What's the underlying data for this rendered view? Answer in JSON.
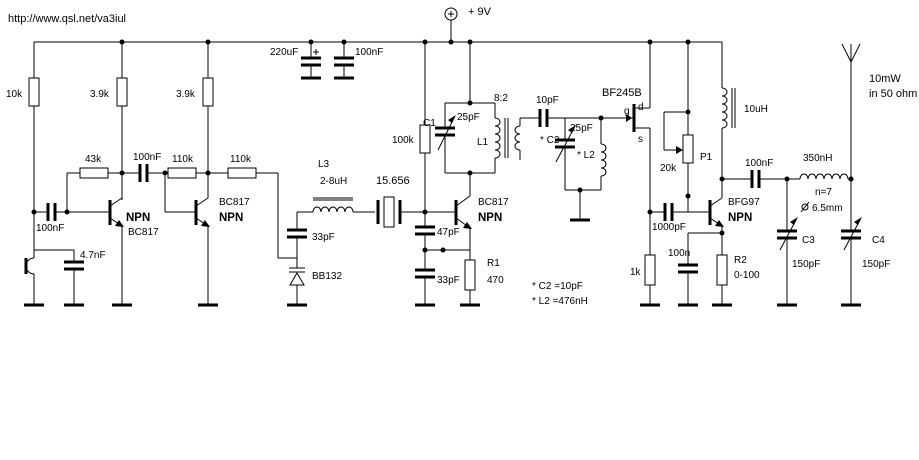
{
  "url": "http://www.qsl.net/va3iul",
  "supply": "+ 9V",
  "output_note": [
    "10mW",
    "in 50 ohm"
  ],
  "notes": [
    "* C2 =10pF",
    "* L2 =476nH"
  ],
  "resistors": {
    "r10k": "10k",
    "r39k_a": "3.9k",
    "r39k_b": "3.9k",
    "r43k": "43k",
    "r110k_a": "110k",
    "r110k_b": "110k",
    "r100k": "100k",
    "r1_name": "R1",
    "r1_value": "470",
    "r1k": "1k",
    "r2_name": "R2",
    "r2_value": "0-100",
    "p1_name": "P1",
    "p1_value": "20k"
  },
  "capacitors": {
    "c220u": "220uF",
    "c100n_top": "100nF",
    "c100n_in": "100nF",
    "c47n": "4.7nF",
    "c100n_mid": "100nF",
    "c33p_var": "33pF",
    "c1_name": "C1",
    "c1_value": "25pF",
    "c47p": "47pF",
    "c33p": "33pF",
    "c10p": "10pF",
    "c2_name": "* C2",
    "c2_value": "25pF",
    "c1000p": "1000pF",
    "c100n_e": "100n",
    "c100n_out": "100nF",
    "c3_name": "C3",
    "c3_value": "150pF",
    "c4_name": "C4",
    "c4_value": "150pF"
  },
  "inductors": {
    "l1_name": "L1",
    "l1_ratio": "8:2",
    "l2_name": "* L2",
    "l3_name": "L3",
    "l3_value": "2-8uH",
    "l10u": "10uH",
    "l350n": "350nH",
    "turns": "n=7",
    "diameter": "6.5mm"
  },
  "semis": {
    "q1_type": "NPN",
    "q1_part": "BC817",
    "q2_type": "NPN",
    "q2_part": "BC817",
    "q3_type": "NPN",
    "q3_part": "BC817",
    "fet_part": "BF245B",
    "fet_g": "g",
    "fet_d": "d",
    "fet_s": "s",
    "q4_type": "NPN",
    "q4_part": "BFG97",
    "varicap": "BB132",
    "crystal": "15.656"
  }
}
